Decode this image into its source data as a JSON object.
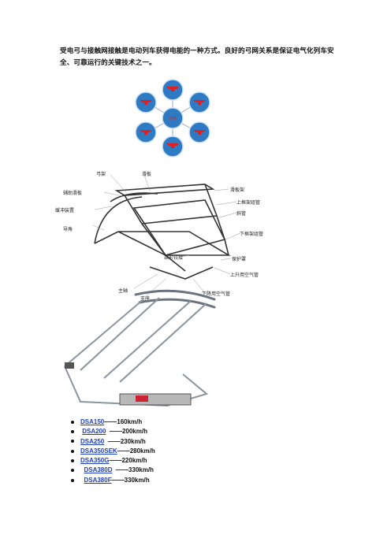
{
  "intro_text": "受电弓与接触网接触是电动列车获得电能的一种方式。良好的弓网关系是保证电气化列车安全、可靠运行的关键技术之一。",
  "hub": {
    "center_label": "弓网",
    "node_color": "#2e7bc4",
    "mark_color": "#e02020"
  },
  "diagram_labels": {
    "gongjia": "弓架",
    "huaban": "滑板",
    "fuzhu_huaban": "辅助滑板",
    "huanchong_xuanchuang": "缓冲装置",
    "daojiao": "导角",
    "huabanjia": "滑板架",
    "shang_kuangjia": "上框架组管",
    "xiegan": "斜管",
    "xia_kuangjia": "下框架组管",
    "qiuxing_jiaojie": "球形铰接",
    "baohuzhao": "保护罩",
    "shangsheng_qiguan": "上升用空气管",
    "zhuzhou": "主轴",
    "zhizuo": "支座",
    "xiajiang_qiguan": "下降用空气管"
  },
  "models": [
    {
      "name": "DSA150",
      "speed": "——160km/h"
    },
    {
      "name": "DSA200",
      "speed": "——200km/h"
    },
    {
      "name": "DSA250",
      "speed": "——230km/h"
    },
    {
      "name": "DSA350SEK",
      "speed": "——280km/h"
    },
    {
      "name": "DSA350G",
      "speed": "——220km/h"
    },
    {
      "name": "DSA380D",
      "speed": "——330km/h"
    },
    {
      "name": "DSA380F",
      "speed": "——330km/h"
    }
  ]
}
